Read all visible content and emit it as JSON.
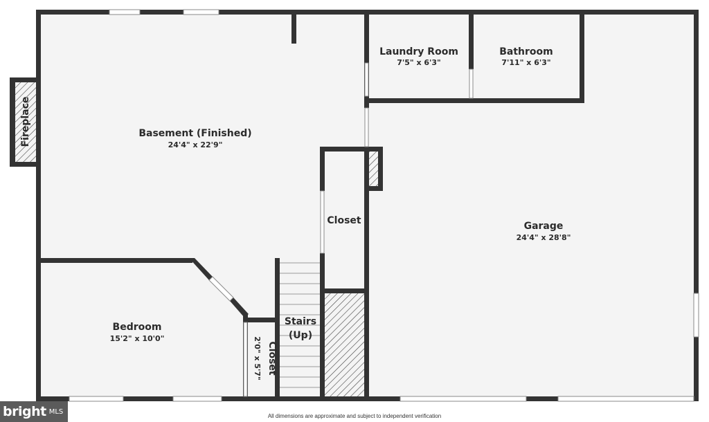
{
  "rooms": {
    "basement": {
      "name": "Basement (Finished)",
      "dims": "24'4\" x 22'9\""
    },
    "laundry": {
      "name": "Laundry Room",
      "dims": "7'5\" x 6'3\""
    },
    "bathroom": {
      "name": "Bathroom",
      "dims": "7'11\" x 6'3\""
    },
    "garage": {
      "name": "Garage",
      "dims": "24'4\" x 28'8\""
    },
    "bedroom": {
      "name": "Bedroom",
      "dims": "15'2\" x 10'0\""
    },
    "closet_center": {
      "name": "Closet"
    },
    "closet_small": {
      "name": "Closet",
      "dims": "2'0\" x 5'7\""
    },
    "stairs": {
      "line1": "Stairs",
      "line2": "(Up)"
    },
    "fireplace": {
      "name": "Fireplace"
    }
  },
  "logo": {
    "word": "bright",
    "suffix": "MLS"
  },
  "footnote": "All dimensions are approximate and subject to independent verification",
  "colors": {
    "wall": "#333333",
    "floor": "#f4f4f4",
    "logo_bg": "#5b5b5b"
  }
}
